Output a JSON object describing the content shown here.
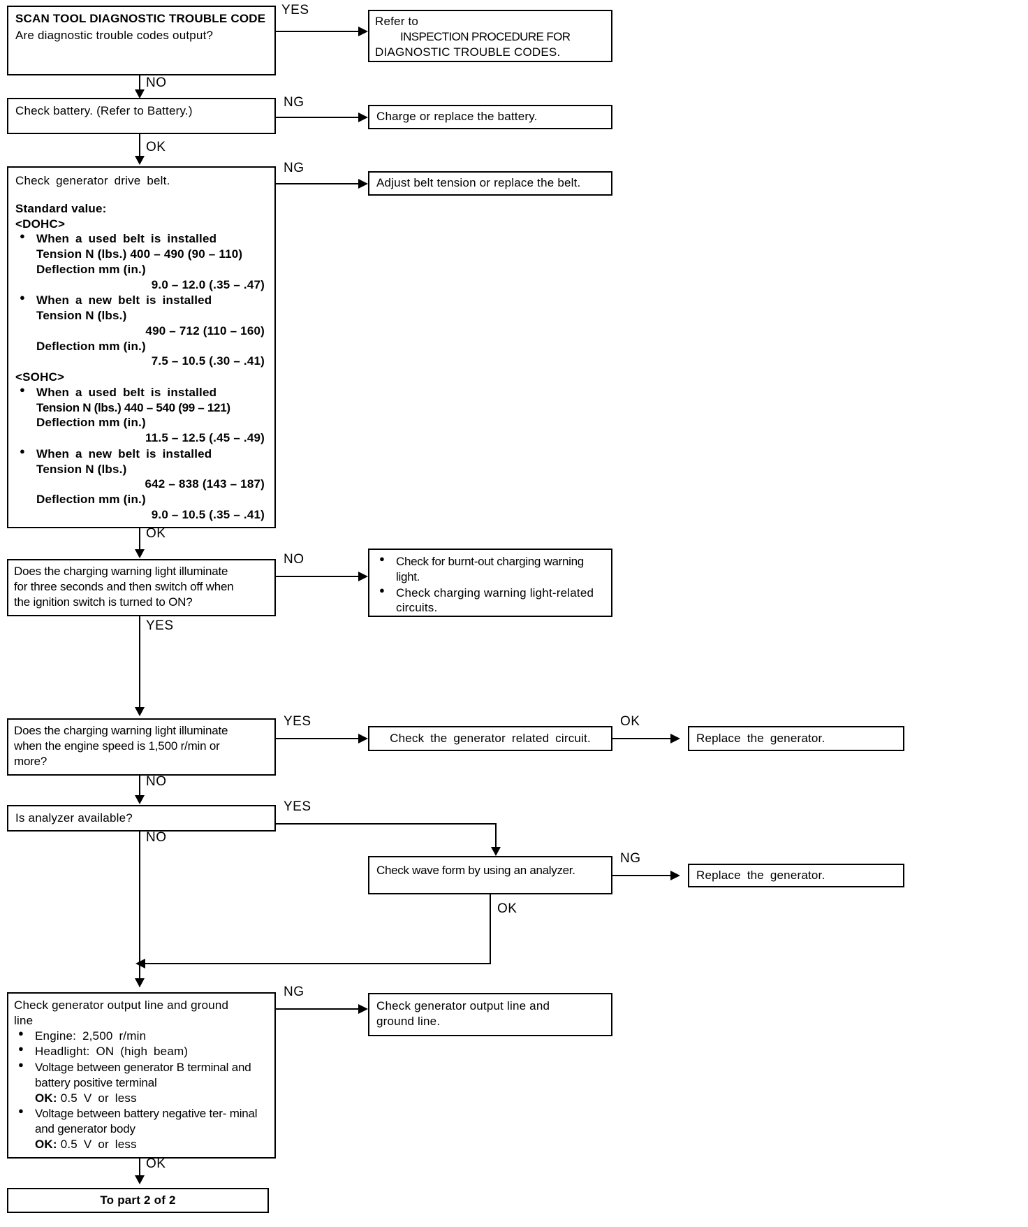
{
  "diagram": {
    "title": "Charging System Diagnostic Flowchart (part 1 of 2)",
    "nodes": {
      "scan_tool": {
        "heading": "SCAN TOOL DIAGNOSTIC TROUBLE CODE",
        "question": "Are diagnostic trouble codes output?"
      },
      "refer_inspection": {
        "line1": "Refer to",
        "line2": "INSPECTION PROCEDURE FOR",
        "line3": "DIAGNOSTIC TROUBLE CODES."
      },
      "check_battery": {
        "text": "Check battery. (Refer to Battery.)"
      },
      "charge_battery": {
        "text": "Charge or replace the battery."
      },
      "check_belt": {
        "text": "Check generator drive belt.",
        "standard_label": "Standard value:",
        "dohc_label": "<DOHC>",
        "dohc": [
          {
            "title": "When a used belt is installed",
            "tension_label": "Tension N (lbs.) 400 – 490 (90 – 110)",
            "deflection_label": "Deflection mm (in.)",
            "deflection_value": "9.0 – 12.0 (.35 – .47)"
          },
          {
            "title": "When a new belt is installed",
            "tension_label": "Tension N (lbs.)",
            "tension_value": "490 – 712 (110 – 160)",
            "deflection_label": "Deflection mm (in.)",
            "deflection_value": "7.5 – 10.5 (.30 – .41)"
          }
        ],
        "sohc_label": "<SOHC>",
        "sohc": [
          {
            "title": "When a used belt is installed",
            "tension_label": "Tension N (lbs.) 440 – 540 (99 – 121)",
            "deflection_label": "Deflection mm (in.)",
            "deflection_value": "11.5 – 12.5 (.45 – .49)"
          },
          {
            "title": "When a new belt is installed",
            "tension_label": "Tension N (lbs.)",
            "tension_value": "642 – 838 (143 – 187)",
            "deflection_label": "Deflection mm (in.)",
            "deflection_value": "9.0 – 10.5 (.35 – .41)"
          }
        ]
      },
      "adjust_belt": {
        "text": "Adjust belt tension or replace the belt."
      },
      "warn_light_3sec": {
        "line1": "Does the charging warning light illuminate",
        "line2": "for three seconds and then switch off when",
        "line3": "the ignition switch is turned to ON?"
      },
      "check_warn_circuits": {
        "items": [
          "Check for burnt-out charging warning light.",
          "Check charging warning light-related circuits."
        ]
      },
      "warn_light_1500": {
        "line1": "Does the charging warning light illuminate",
        "line2": "when the engine speed is 1,500 r/min or",
        "line3": "more?"
      },
      "check_gen_circuit": {
        "text": "Check the generator related circuit."
      },
      "replace_gen_1": {
        "text": "Replace the generator."
      },
      "analyzer_available": {
        "text": "Is analyzer available?"
      },
      "check_wave_form": {
        "text": "Check wave form by using an analyzer."
      },
      "replace_gen_2": {
        "text": "Replace the generator."
      },
      "check_output_line": {
        "line1": "Check generator output line and ground",
        "line2": "line",
        "items": [
          {
            "text": "Engine: 2,500 r/min"
          },
          {
            "text": "Headlight: ON (high beam)"
          },
          {
            "text": "Voltage between generator B terminal and battery positive terminal",
            "ok": "OK:",
            "ok_value": "0.5 V or less"
          },
          {
            "text": "Voltage between battery negative ter- minal and generator body",
            "ok": "OK:",
            "ok_value": "0.5 V or less"
          }
        ]
      },
      "check_output_line_result": {
        "line1": "Check  generator  output  line  and",
        "line2": "ground line."
      },
      "to_part_2": {
        "text": "To part 2 of 2"
      }
    },
    "edge_labels": {
      "yes_1": "YES",
      "no_1": "NO",
      "ng_1": "NG",
      "ok_1": "OK",
      "ng_2": "NG",
      "ok_2": "OK",
      "no_2": "NO",
      "yes_2": "YES",
      "yes_3": "YES",
      "ok_3": "OK",
      "no_3": "NO",
      "yes_4": "YES",
      "no_4": "NO",
      "ng_3": "NG",
      "ok_4": "OK",
      "ng_4": "NG",
      "ok_5": "OK"
    }
  }
}
